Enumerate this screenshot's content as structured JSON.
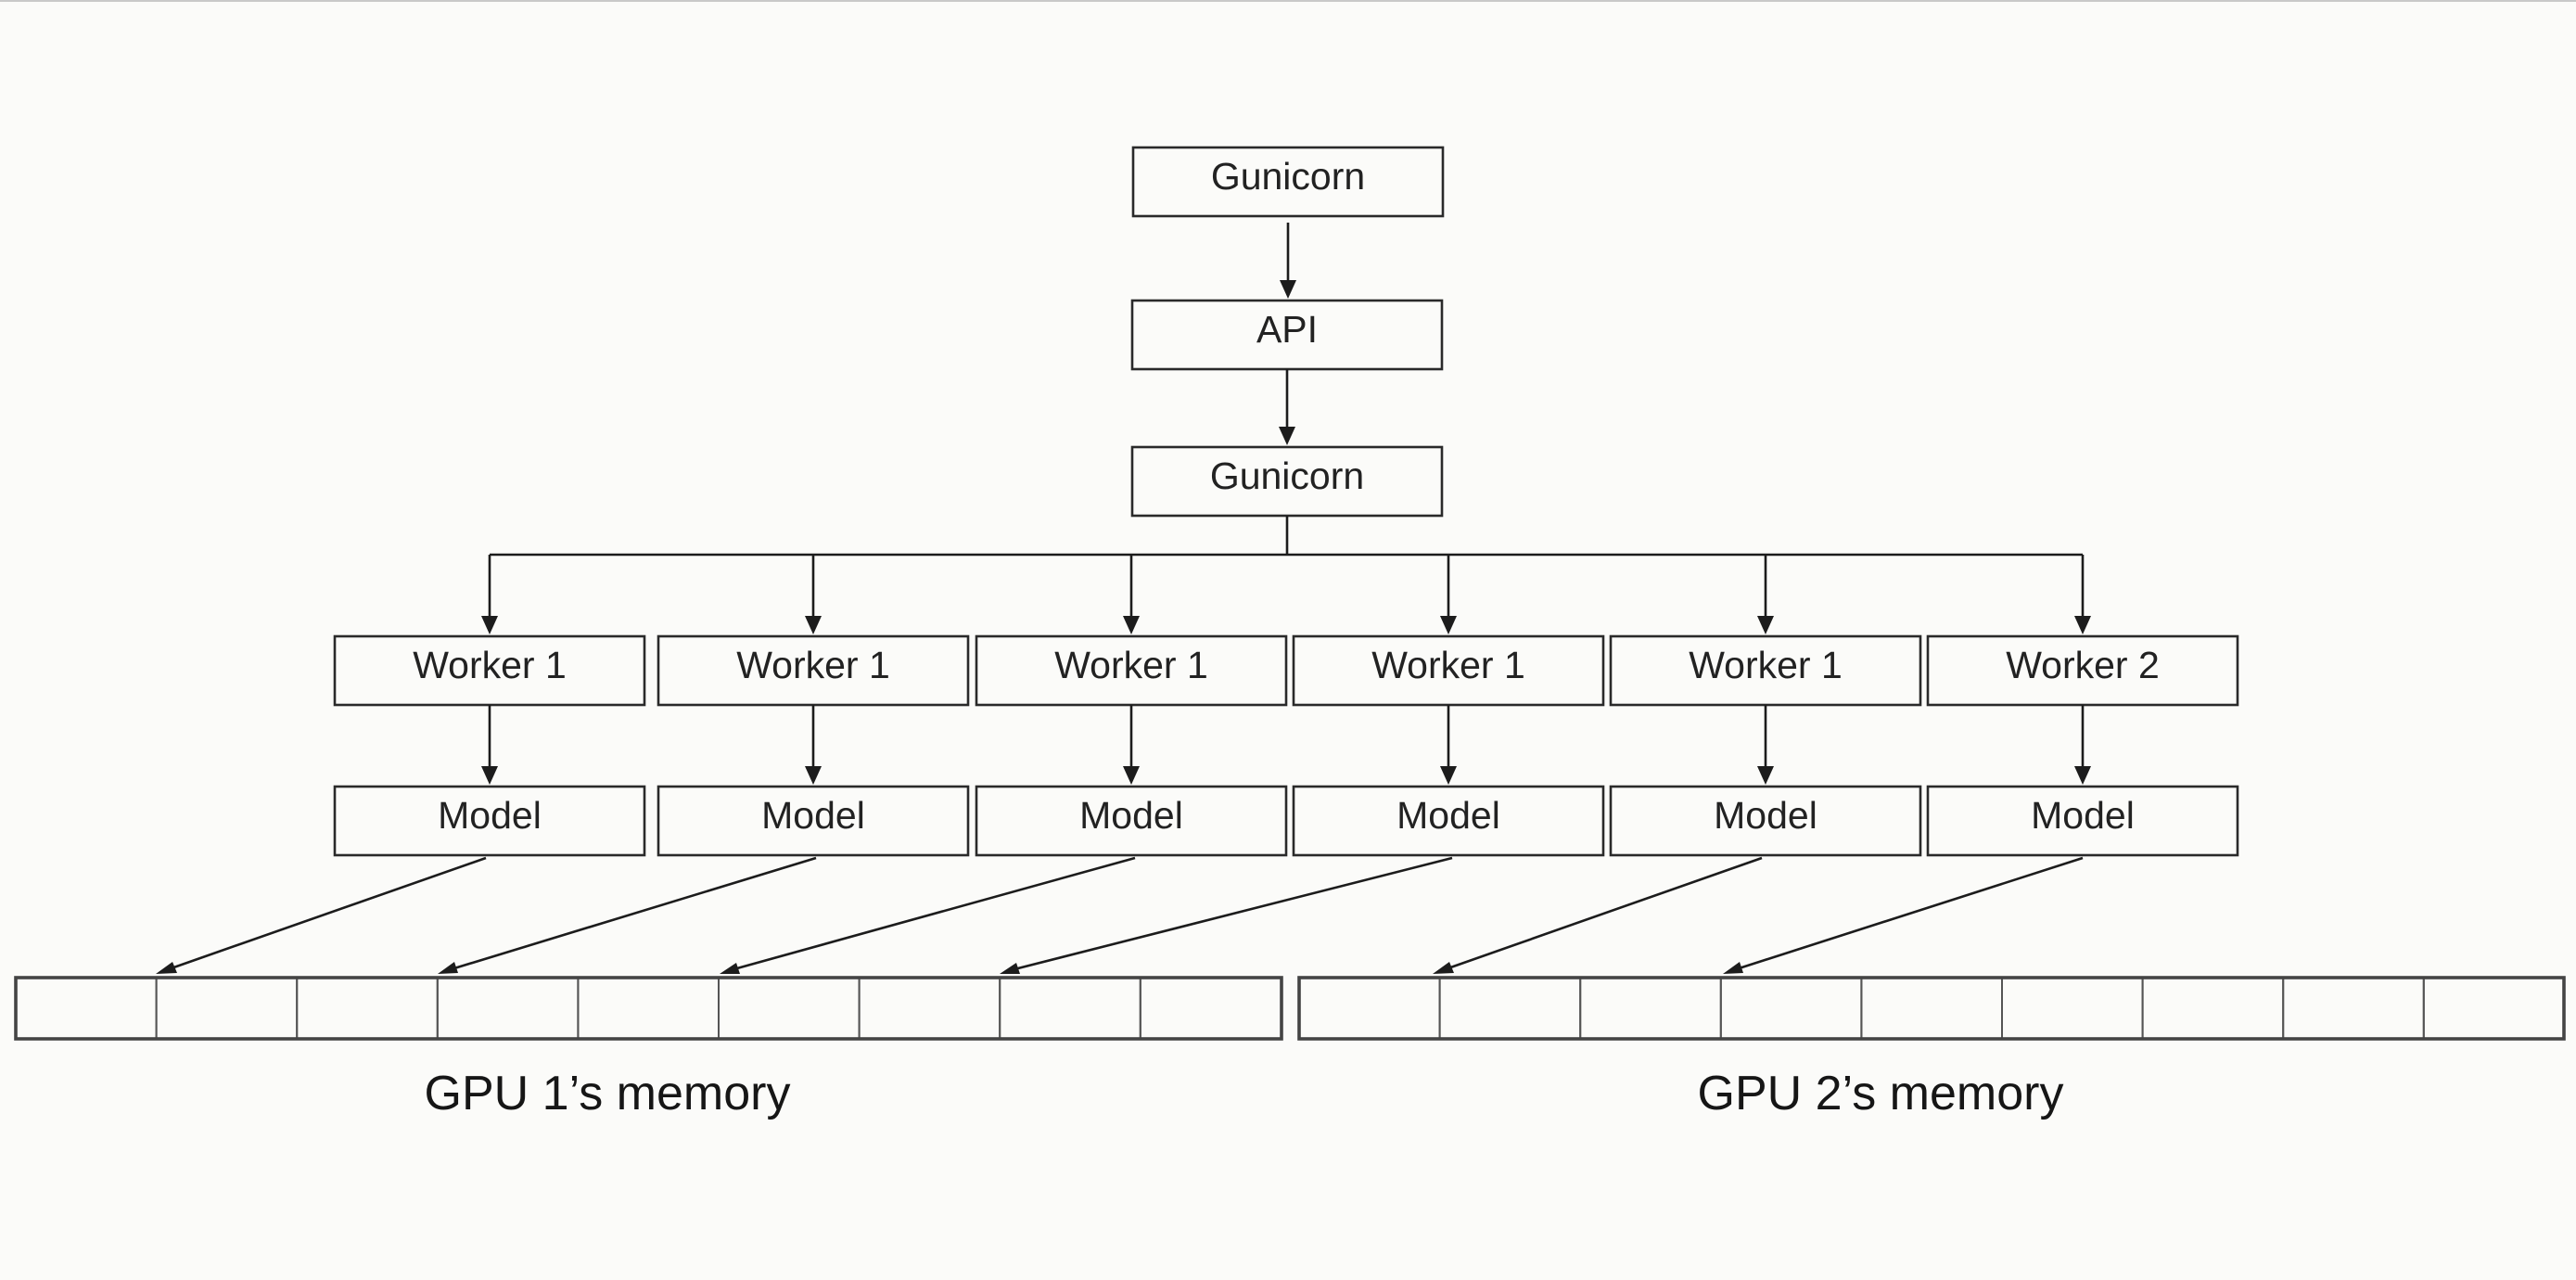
{
  "diagram": {
    "top_gunicorn": "Gunicorn",
    "api": "API",
    "gunicorn": "Gunicorn",
    "workers": [
      "Worker 1",
      "Worker 1",
      "Worker 1",
      "Worker 1",
      "Worker 1",
      "Worker 2"
    ],
    "models": [
      "Model",
      "Model",
      "Model",
      "Model",
      "Model",
      "Model"
    ],
    "memory": {
      "gpu1": {
        "label": "GPU 1’s memory",
        "cells": 9
      },
      "gpu2": {
        "label": "GPU 2’s memory",
        "cells": 9
      }
    },
    "colors": {
      "background": "#fbfbf9",
      "stroke": "#2a2a2a",
      "text": "#222222"
    }
  }
}
